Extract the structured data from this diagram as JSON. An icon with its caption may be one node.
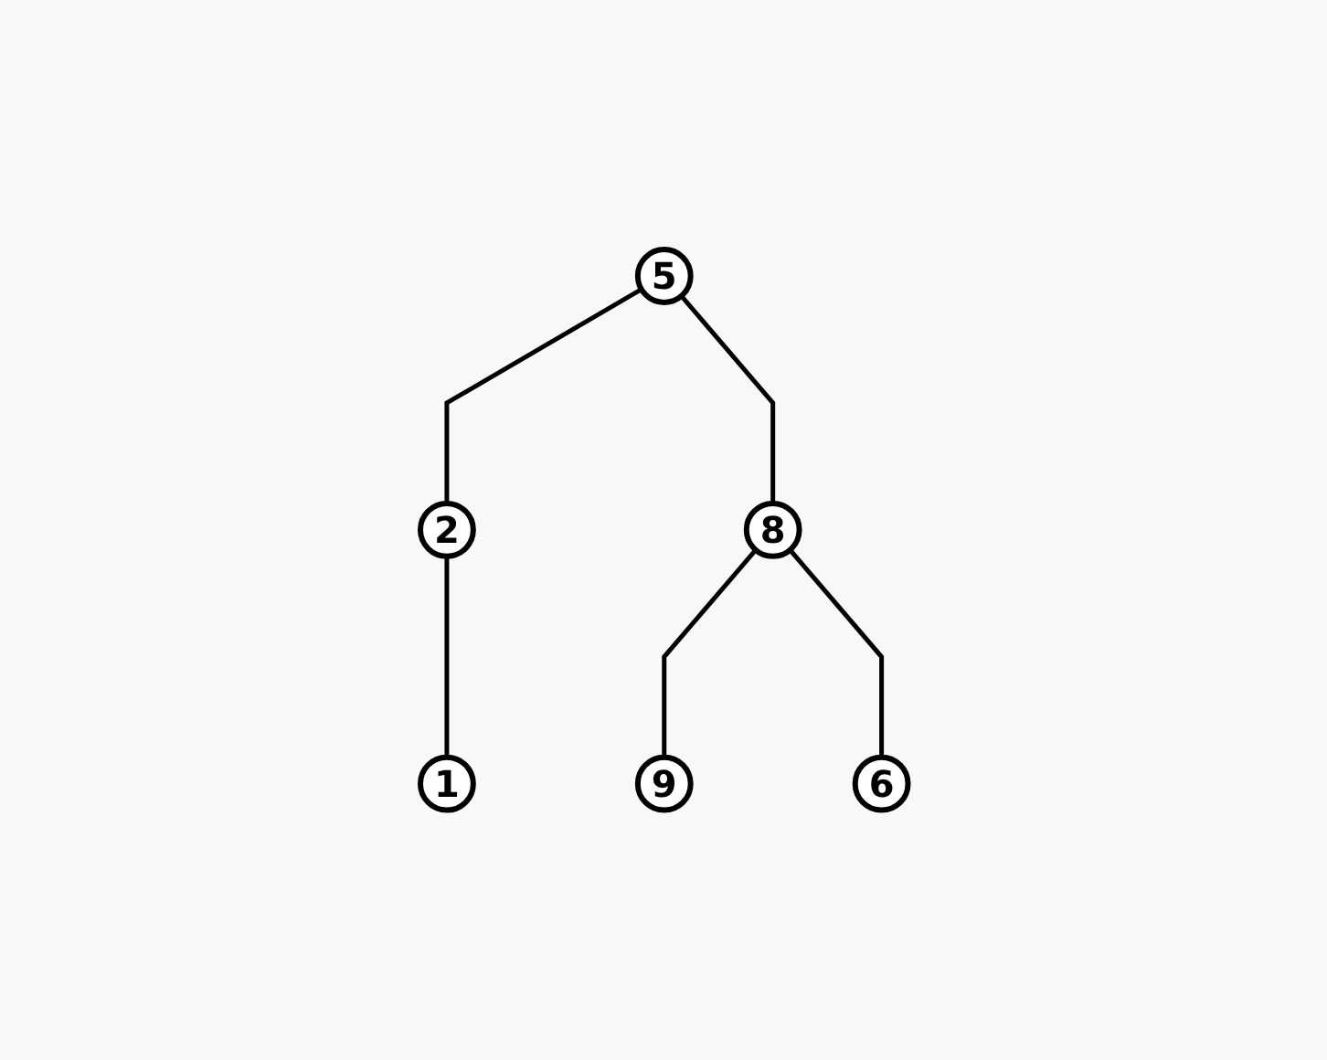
{
  "diagram": {
    "nodes": [
      {
        "text": [
          "5"
        ]
      },
      {
        "text": [
          "2"
        ]
      },
      {
        "text": [
          "8"
        ]
      },
      {
        "text": [
          "1"
        ]
      },
      {
        "text": [
          "9"
        ]
      },
      {
        "text": [
          "6"
        ]
      }
    ],
    "edges": [
      {
        "from": 0,
        "to": 1,
        "arrow": "none"
      },
      {
        "from": 0,
        "to": 2,
        "arrow": "none"
      },
      {
        "from": 1,
        "to": 3,
        "arrow": "none"
      },
      {
        "from": 2,
        "to": 4,
        "arrow": "none"
      },
      {
        "from": 2,
        "to": 5,
        "arrow": "none"
      }
    ]
  }
}
